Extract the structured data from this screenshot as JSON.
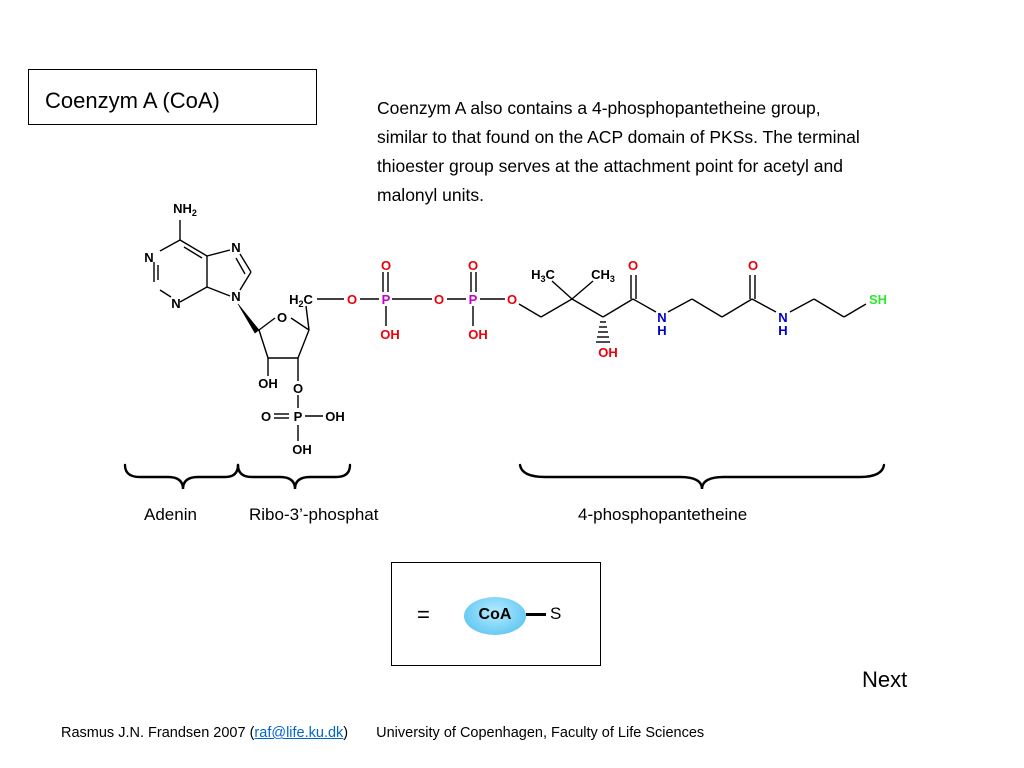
{
  "title": "Coenzym A (CoA)",
  "description": {
    "lines": [
      "Coenzym A also contains a 4-phosphopantetheine group,",
      "similar to that found on the ACP domain of PKSs. The terminal",
      "thioester group serves at the attachment point for acetyl and",
      "malonyl units."
    ]
  },
  "colors": {
    "oxygen": "#e8000b",
    "phosphorus": "#c600c6",
    "nitrogen": "#0000cc",
    "sulfur": "#2ee82e",
    "coa_fill": "#79d2f6",
    "link": "#0066cc"
  },
  "structure": {
    "atoms": {
      "nh2": "NH2",
      "n_ring": "N",
      "o": "O",
      "oh": "OH",
      "p": "P",
      "h2c": "H2C",
      "h3c": "H3C",
      "ch3": "CH3",
      "nh_n": "N",
      "nh_h": "H",
      "sh": "SH"
    }
  },
  "sections": {
    "adenin": "Adenin",
    "ribo": "Ribo-3’-phosphat",
    "pantetheine": "4-phosphopantetheine"
  },
  "coa_box": {
    "equals": "=",
    "coa": "CoA",
    "s": "S"
  },
  "next_label": "Next",
  "footer": {
    "author_prefix": "Rasmus J.N. Frandsen 2007 (",
    "email": "raf@life.ku.dk",
    "author_suffix": ")",
    "university": "University of Copenhagen, Faculty of Life Sciences"
  }
}
